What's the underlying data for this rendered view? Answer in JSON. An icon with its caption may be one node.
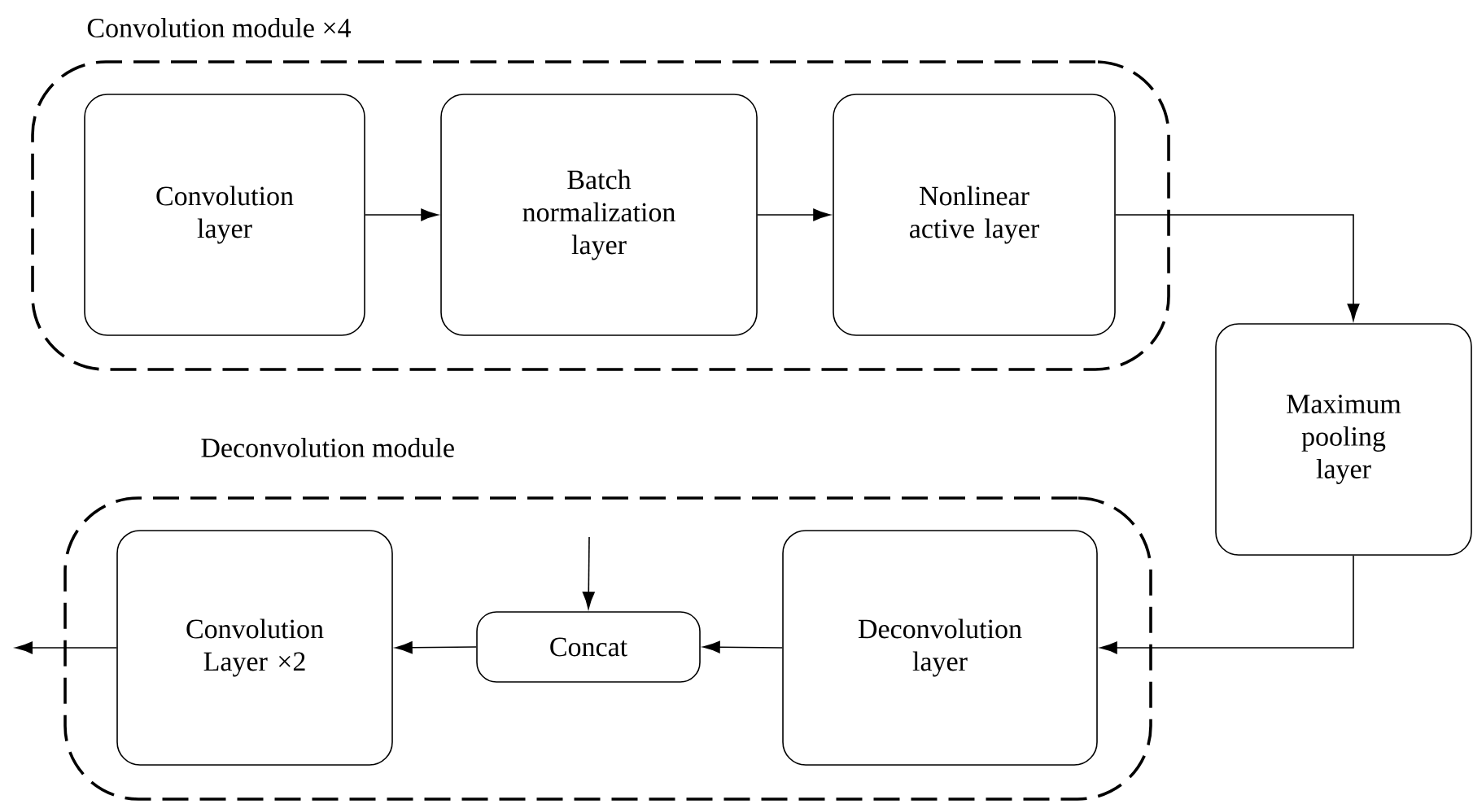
{
  "diagram": {
    "nodes": [
      {
        "text": [
          "Convolution module ×4"
        ]
      },
      {
        "text": [
          "Convolution layer"
        ],
        "in": 0
      },
      {
        "text": [
          "Batch normalization layer"
        ],
        "in": 0
      },
      {
        "text": [
          "Nonlinear active layer"
        ],
        "in": 0
      },
      {
        "text": [
          "Maximum pooling layer"
        ]
      },
      {
        "text": [
          "Deconvolution module"
        ]
      },
      {
        "text": [
          "Deconvolution layer"
        ],
        "in": 5
      },
      {
        "text": [
          "Concat"
        ],
        "in": 5
      },
      {
        "text": [
          "Convolution Layer ×2"
        ],
        "in": 5
      }
    ],
    "edges": [
      {
        "from": 1,
        "to": 2,
        "arrow": "to"
      },
      {
        "from": 2,
        "to": 3,
        "arrow": "to"
      },
      {
        "from": 3,
        "to": 4,
        "arrow": "to"
      },
      {
        "from": 4,
        "to": 6,
        "arrow": "to"
      },
      {
        "from": 6,
        "to": 7,
        "arrow": "to"
      },
      {
        "from": null,
        "to": 7,
        "arrow": "to"
      },
      {
        "from": 7,
        "to": 8,
        "arrow": "to"
      },
      {
        "from": 8,
        "to": null,
        "arrow": "to"
      }
    ]
  }
}
